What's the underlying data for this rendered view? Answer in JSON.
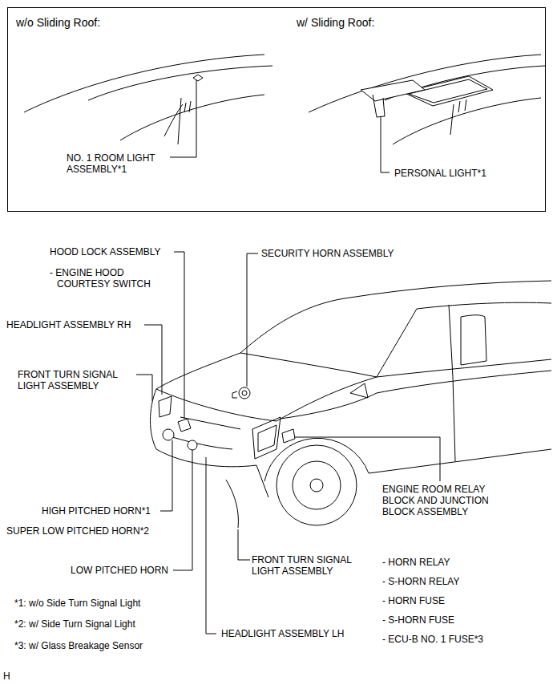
{
  "diagram": {
    "nodes": [
      {
        "text": [
          "w/o Sliding Roof:",
          "w/ Sliding Roof:",
          "NO. 1 ROOM LIGHT ASSEMBLY*1",
          "PERSONAL LIGHT*1"
        ]
      }
    ],
    "edges": [],
    "labels": [
      "HOOD LOCK ASSEMBLY",
      "- ENGINE HOOD COURTESY SWITCH",
      "SECURITY HORN ASSEMBLY",
      "HEADLIGHT ASSEMBLY RH",
      "FRONT TURN SIGNAL LIGHT ASSEMBLY",
      "HIGH PITCHED HORN*1",
      "SUPER LOW PITCHED HORN*2",
      "LOW PITCHED HORN",
      "ENGINE ROOM RELAY BLOCK AND JUNCTION BLOCK ASSEMBLY",
      "FRONT TURN SIGNAL LIGHT ASSEMBLY",
      "- HORN RELAY",
      "- S-HORN RELAY",
      "- HORN FUSE",
      "- S-HORN FUSE",
      "- ECU-B NO. 1 FUSE*3",
      "HEADLIGHT ASSEMBLY LH",
      "*1: w/o Side Turn Signal Light",
      "*2: w/ Side Turn Signal Light",
      "*3: w/ Glass Breakage Sensor",
      "H"
    ]
  }
}
